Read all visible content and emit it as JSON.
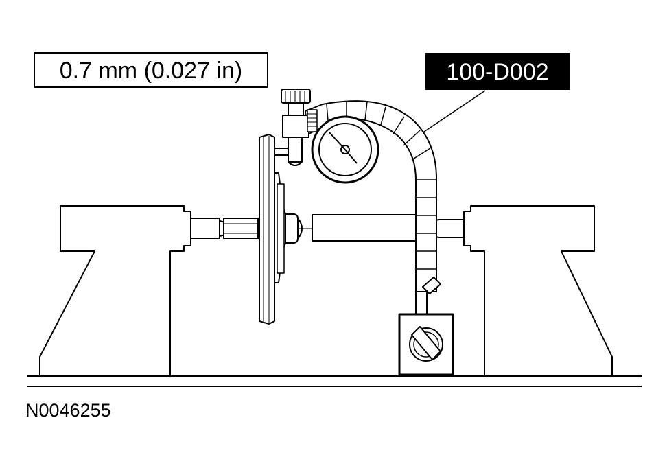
{
  "diagram": {
    "measurement_label": "0.7 mm (0.027 in)",
    "tool_label": "100-D002",
    "figure_id": "N0046255"
  },
  "colors": {
    "line": "#000000",
    "background": "#ffffff",
    "tool_label_bg": "#000000",
    "tool_label_text": "#ffffff"
  }
}
